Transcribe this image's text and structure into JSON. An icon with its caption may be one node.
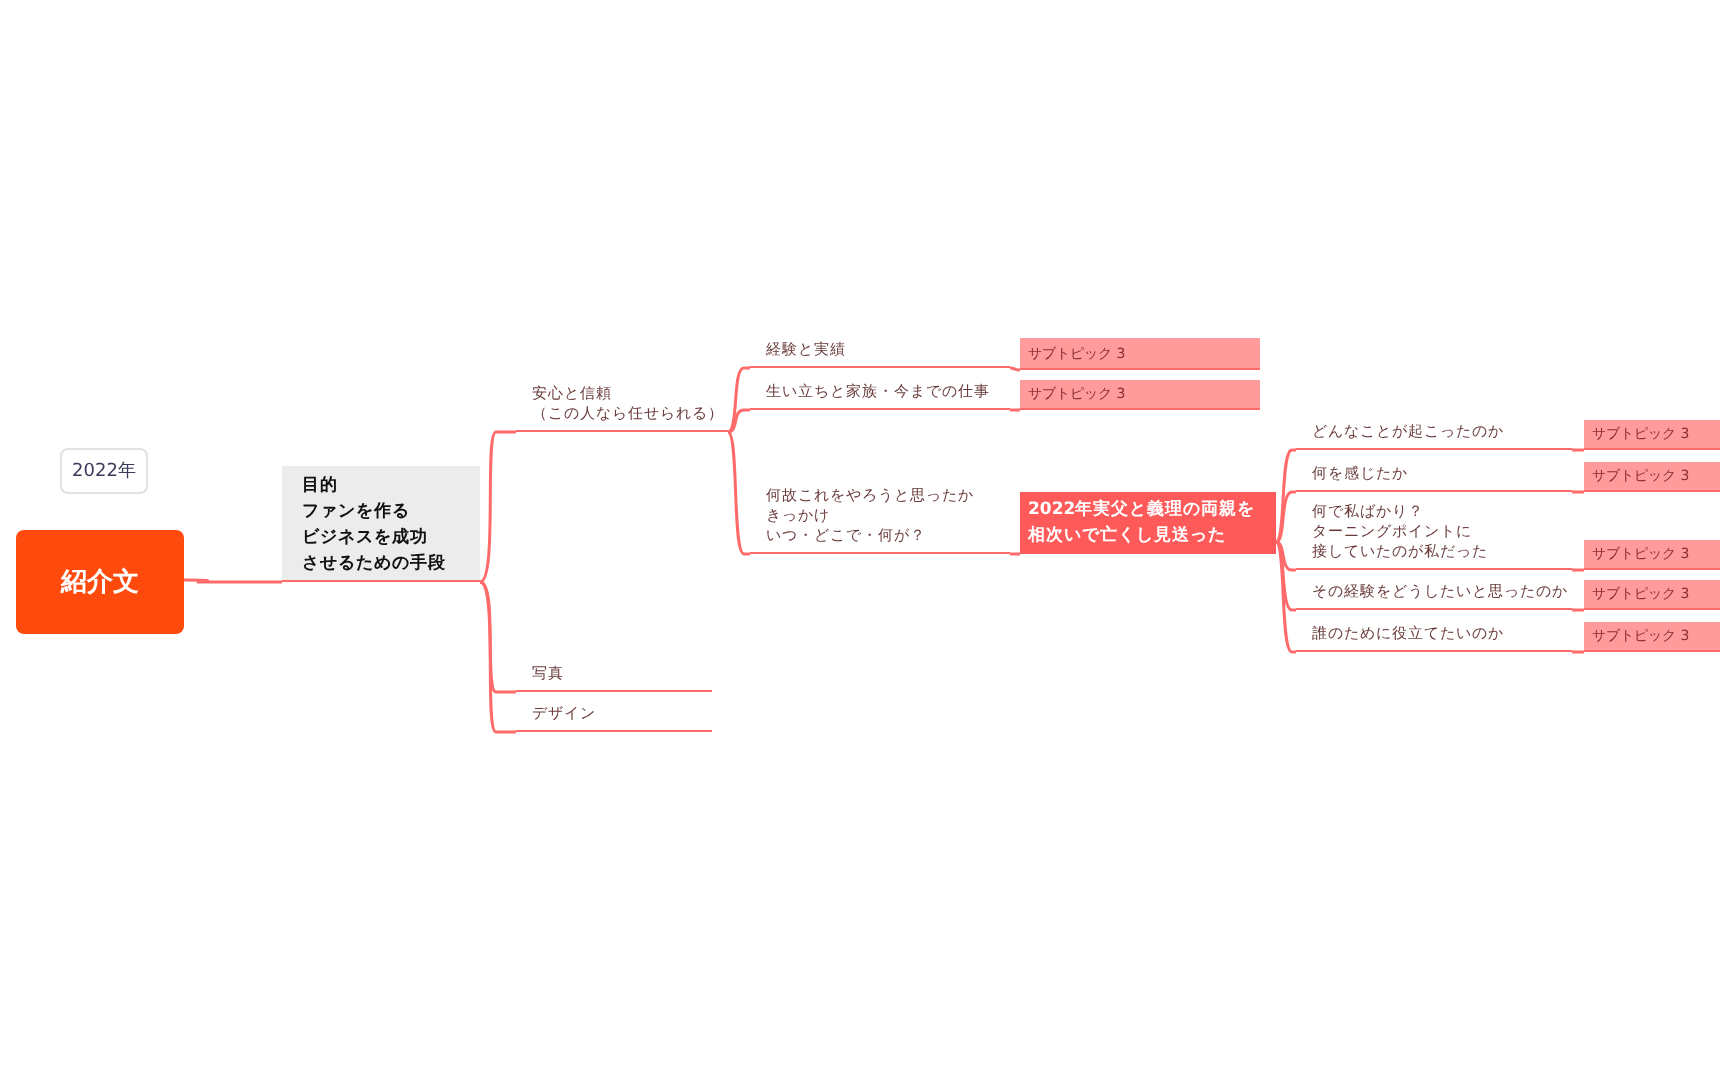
{
  "diagram": {
    "nodes": [
      {
        "text": [
          "2022年"
        ]
      },
      {
        "text": [
          "紹介文"
        ]
      },
      {
        "text": [
          "目的ファンを作るビジネスを成功させるための手段"
        ]
      },
      {
        "text": [
          "安心と信頼（この人なら任せられる）"
        ]
      },
      {
        "text": [
          "経験と実績"
        ]
      },
      {
        "text": [
          "サブトピック 3"
        ]
      },
      {
        "text": [
          "生い立ちと家族・今までの仕事"
        ]
      },
      {
        "text": [
          "サブトピック 3"
        ]
      },
      {
        "text": [
          "何故これをやろうと思ったかきっかけいつ・どこで・何が？"
        ]
      },
      {
        "text": [
          "2022年実父と義理の両親を相次いで亡くし見送った"
        ]
      },
      {
        "text": [
          "どんなことが起こったのか"
        ]
      },
      {
        "text": [
          "サブトピック 3"
        ]
      },
      {
        "text": [
          "何を感じたか"
        ]
      },
      {
        "text": [
          "サブトピック 3"
        ]
      },
      {
        "text": [
          "何で私ばかり？ターニングポイントに接していたのが私だった"
        ]
      },
      {
        "text": [
          "サブトピック 3"
        ]
      },
      {
        "text": [
          "その経験をどうしたいと思ったのか"
        ]
      },
      {
        "text": [
          "サブトピック 3"
        ]
      },
      {
        "text": [
          "誰のために役立てたいのか"
        ]
      },
      {
        "text": [
          "サブトピック 3"
        ]
      },
      {
        "text": [
          "写真"
        ]
      },
      {
        "text": [
          "デザイン"
        ]
      }
    ],
    "edges": [
      {
        "from": 1,
        "to": 2,
        "arrow": "none"
      },
      {
        "from": 2,
        "to": 3,
        "arrow": "none"
      },
      {
        "from": 2,
        "to": 20,
        "arrow": "none"
      },
      {
        "from": 2,
        "to": 21,
        "arrow": "none"
      },
      {
        "from": 3,
        "to": 4,
        "arrow": "none"
      },
      {
        "from": 3,
        "to": 6,
        "arrow": "none"
      },
      {
        "from": 3,
        "to": 8,
        "arrow": "none"
      },
      {
        "from": 4,
        "to": 5,
        "arrow": "none"
      },
      {
        "from": 6,
        "to": 7,
        "arrow": "none"
      },
      {
        "from": 8,
        "to": 9,
        "arrow": "none"
      },
      {
        "from": 9,
        "to": 10,
        "arrow": "none"
      },
      {
        "from": 9,
        "to": 12,
        "arrow": "none"
      },
      {
        "from": 9,
        "to": 14,
        "arrow": "none"
      },
      {
        "from": 9,
        "to": 16,
        "arrow": "none"
      },
      {
        "from": 9,
        "to": 18,
        "arrow": "none"
      },
      {
        "from": 10,
        "to": 11,
        "arrow": "none"
      },
      {
        "from": 12,
        "to": 13,
        "arrow": "none"
      },
      {
        "from": 14,
        "to": 15,
        "arrow": "none"
      },
      {
        "from": 16,
        "to": 17,
        "arrow": "none"
      },
      {
        "from": 18,
        "to": 19,
        "arrow": "none"
      }
    ]
  }
}
